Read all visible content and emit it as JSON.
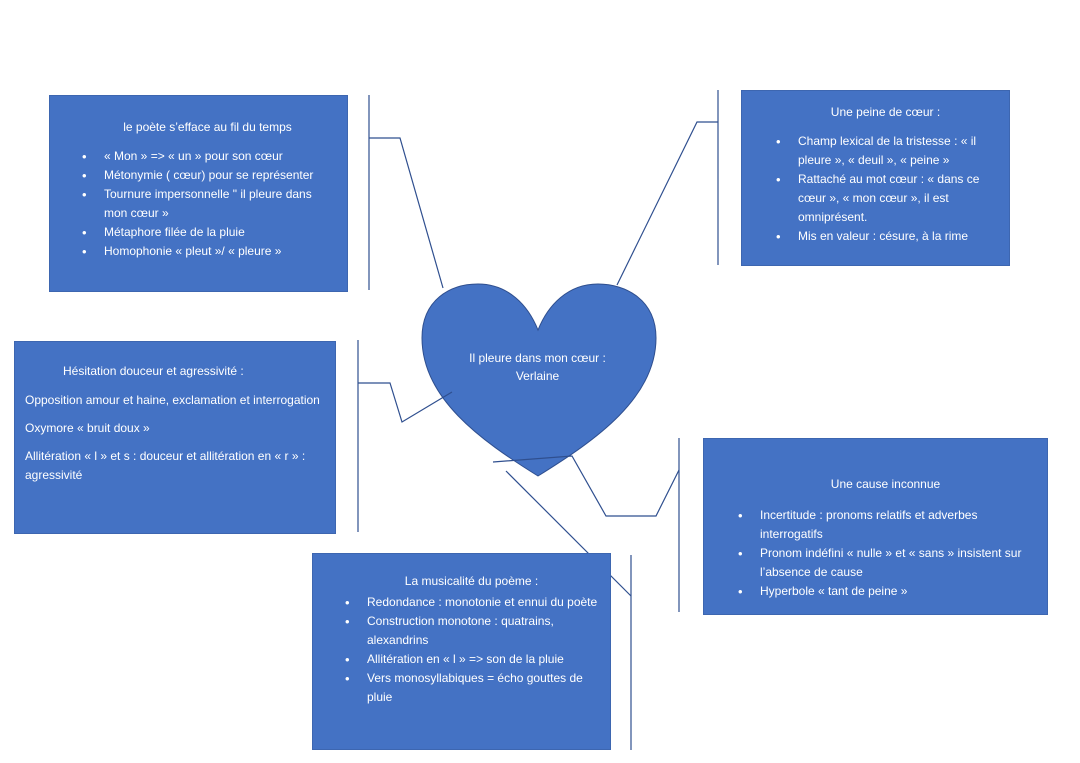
{
  "center": {
    "label": "Il pleure dans mon cœur : Verlaine"
  },
  "boxes": {
    "top_left": {
      "title": "le poète s’efface au fil du temps",
      "items": [
        "« Mon » => « un » pour son cœur",
        "Métonymie ( cœur) pour se représenter",
        "Tournure impersonnelle \" il pleure dans mon cœur »",
        "Métaphore filée de la pluie",
        "Homophonie « pleut »/ « pleure »"
      ]
    },
    "top_right": {
      "title": "Une peine de cœur :",
      "items": [
        "Champ lexical de la tristesse : « il pleure », « deuil », « peine »",
        "Rattaché au mot cœur : « dans ce cœur », « mon cœur », il est omniprésent.",
        "Mis en valeur : césure, à la rime"
      ]
    },
    "mid_left": {
      "title": "Hésitation douceur et agressivité :",
      "paragraphs": [
        "Opposition amour et haine, exclamation et interrogation",
        "Oxymore « bruit doux »",
        "Allitération « l » et s : douceur et allitération en « r » : agressivité"
      ]
    },
    "mid_right": {
      "title": "Une cause inconnue",
      "items": [
        "Incertitude : pronoms relatifs et adverbes interrogatifs",
        "Pronom indéfini « nulle » et « sans » insistent sur l’absence de cause",
        "Hyperbole « tant de peine »"
      ]
    },
    "bottom": {
      "title": "La musicalité du poème :",
      "items": [
        "Redondance : monotonie et ennui du poète",
        "Construction monotone : quatrains, alexandrins",
        "Allitération en « l » => son de la pluie",
        "Vers monosyllabiques = écho gouttes de pluie"
      ]
    }
  },
  "colors": {
    "box_fill": "#4472c4",
    "line": "#2f4f8f",
    "text": "#ffffff"
  }
}
